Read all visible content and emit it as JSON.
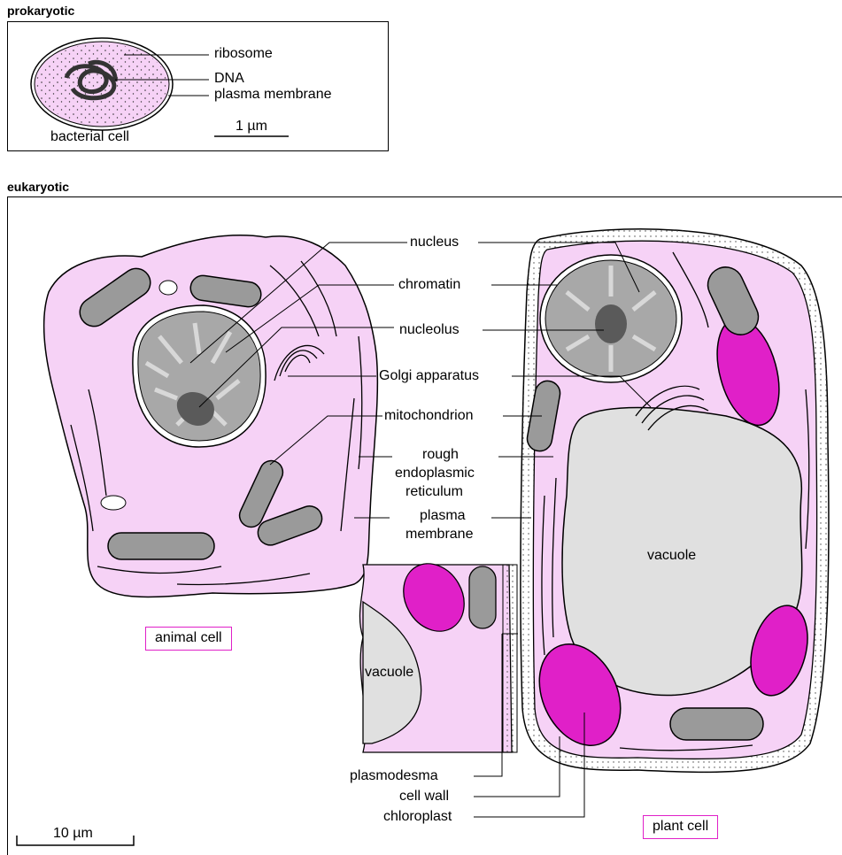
{
  "sections": {
    "prokaryotic": "prokaryotic",
    "eukaryotic": "eukaryotic"
  },
  "prokaryote": {
    "labels": {
      "ribosome": "ribosome",
      "dna": "DNA",
      "plasma_membrane": "plasma membrane"
    },
    "cell_name": "bacterial cell",
    "scale": "1 µm"
  },
  "eukaryote": {
    "labels": {
      "nucleus": "nucleus",
      "chromatin": "chromatin",
      "nucleolus": "nucleolus",
      "golgi": "Golgi apparatus",
      "mitochondrion": "mitochondrion",
      "rer_1": "rough",
      "rer_2": "endoplasmic",
      "rer_3": "reticulum",
      "pm_1": "plasma",
      "pm_2": "membrane",
      "vacuole": "vacuole",
      "vacuole_small": "vacuole",
      "plasmodesma": "plasmodesma",
      "cell_wall": "cell wall",
      "chloroplast": "chloroplast"
    },
    "animal_cell": "animal cell",
    "plant_cell": "plant cell",
    "scale": "10 µm"
  },
  "colors": {
    "cytoplasm": "#f6d2f6",
    "chloroplast": "#e020c8",
    "organelle_grey": "#9a9a9a",
    "vacuole": "#e0e0e0",
    "tag_border": "#e020c8"
  }
}
